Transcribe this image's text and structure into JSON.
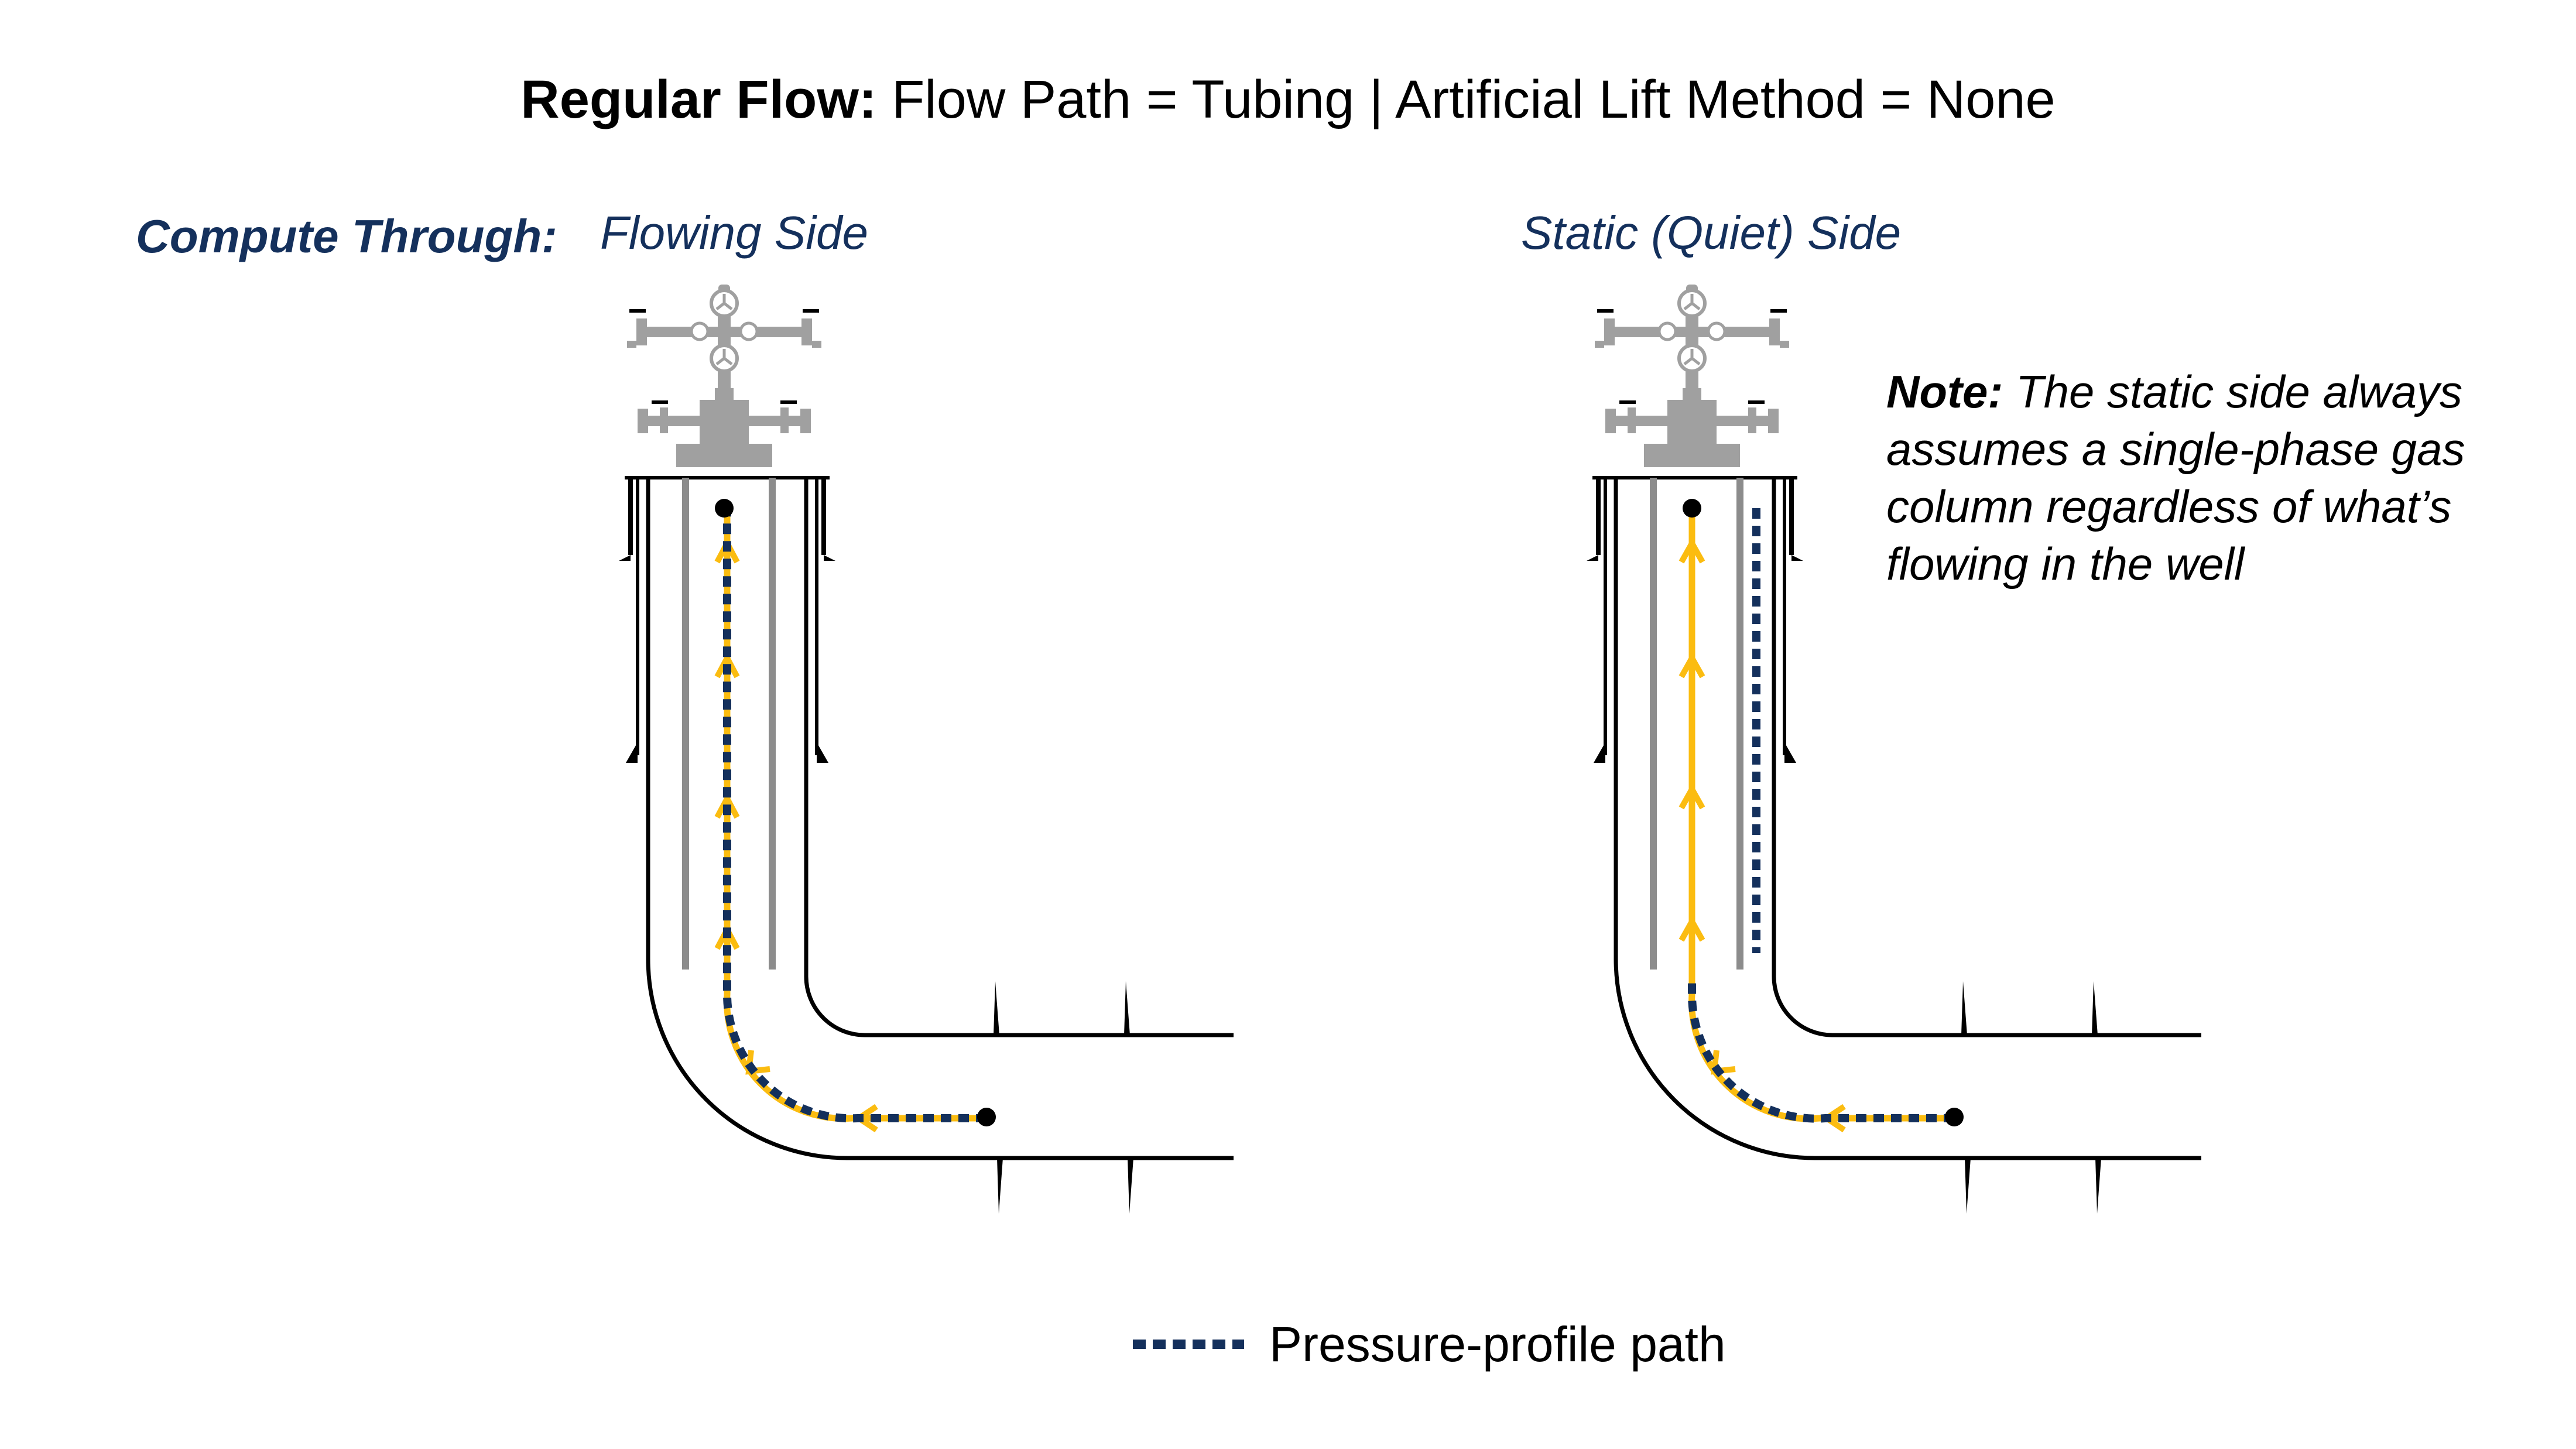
{
  "title": {
    "bold": "Regular Flow:",
    "rest": "Flow Path = Tubing | Artificial Lift Method = None"
  },
  "compute_through_label": "Compute Through:",
  "flowing_side_label": "Flowing Side",
  "static_side_label": "Static (Quiet) Side",
  "note": {
    "bold": "Note:",
    "text": "The static side always assumes a single-phase gas column regardless of what’s flowing in the well"
  },
  "legend": {
    "label": "Pressure-profile path"
  },
  "colors": {
    "pressure_path": "#14305c",
    "flow_arrow": "#fbbc10",
    "wellhead": "#a0a0a0",
    "casing": "#000000",
    "tubing": "#8c8c8c",
    "text_accent": "#14305c"
  }
}
